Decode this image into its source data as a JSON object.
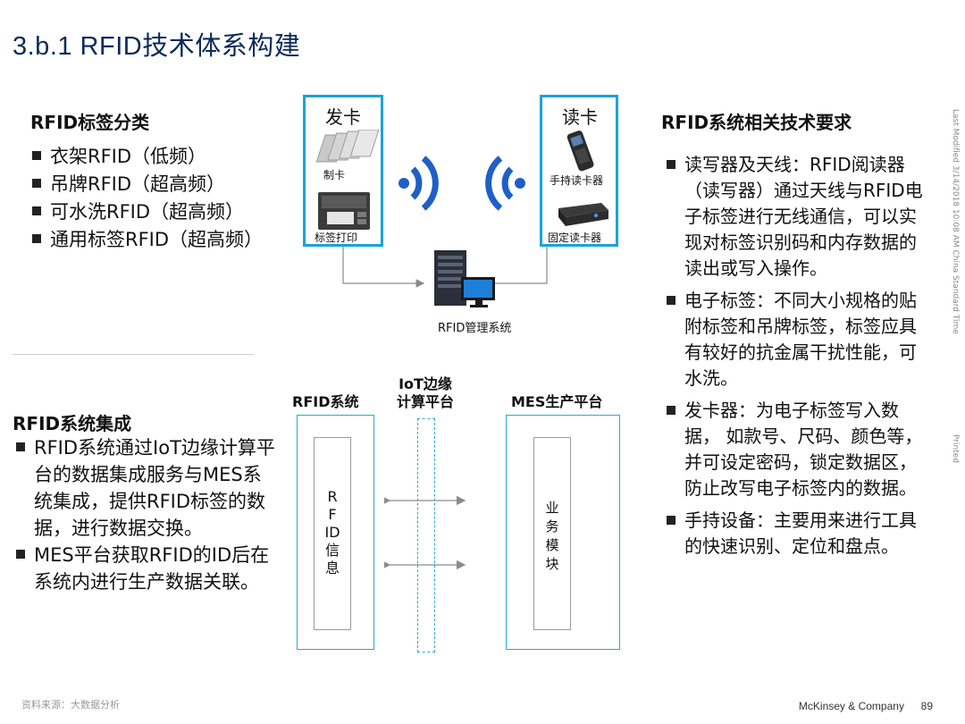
{
  "title": "3.b.1 RFID技术体系构建",
  "left_top": {
    "heading": "RFID标签分类",
    "items": [
      "衣架RFID（低频）",
      "吊牌RFID（超高频）",
      "可水洗RFID（超高频）",
      "通用标签RFID（超高频）"
    ]
  },
  "left_bottom": {
    "heading": "RFID系统集成",
    "items": [
      "RFID系统通过IoT边缘计算平台的数据集成服务与MES系统集成，提供RFID标签的数据，进行数据交换。",
      "MES平台获取RFID的ID后在系统内进行生产数据关联。"
    ]
  },
  "right": {
    "heading": "RFID系统相关技术要求",
    "items": [
      "读写器及天线：RFID阅读器（读写器）通过天线与RFID电子标签进行无线通信，可以实现对标签识别码和内存数据的读出或写入操作。",
      "电子标签：不同大小规格的贴附标签和吊牌标签，标签应具有较好的抗金属干扰性能，可水洗。",
      "发卡器：为电子标签写入数据， 如款号、尺码、颜色等，并可设定密码，锁定数据区，防止改写电子标签内的数据。",
      "手持设备：主要用来进行工具的快速识别、定位和盘点。"
    ]
  },
  "top_diagram": {
    "issue_card": {
      "label": "发卡",
      "card_make": "制卡",
      "label_print": "标签打印"
    },
    "read_card": {
      "label": "读卡",
      "handheld": "手持读卡器",
      "fixed": "固定读卡器"
    },
    "server_label": "RFID管理系统",
    "colors": {
      "accent": "#1aa3d8",
      "wave": "#1f5fc6"
    }
  },
  "bottom_diagram": {
    "rfid_system": "RFID系统",
    "iot_platform_l1": "IoT边缘",
    "iot_platform_l2": "计算平台",
    "mes_platform": "MES生产平台",
    "rfid_info": [
      "R",
      "F",
      "ID",
      "信",
      "息"
    ],
    "biz_module": [
      "业",
      "务",
      "模",
      "块"
    ]
  },
  "side": {
    "last_modified": "Last Modified 3/14/2018 10:08 AM China Standard Time",
    "printed": "Printed"
  },
  "footer": {
    "company": "McKinsey & Company",
    "page": "89",
    "source": "资料来源：大数据分析"
  }
}
